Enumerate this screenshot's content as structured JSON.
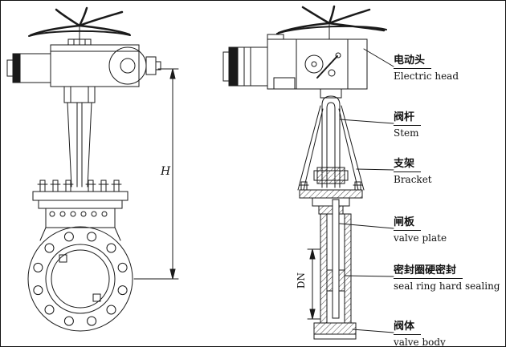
{
  "diagram": {
    "dimensions": {
      "h": "H",
      "dn": "DN"
    },
    "part_labels": [
      {
        "zh": "电动头",
        "en": "Electric head"
      },
      {
        "zh": "阀杆",
        "en": "Stem"
      },
      {
        "zh": "支架",
        "en": "Bracket"
      },
      {
        "zh": "闸板",
        "en": "valve plate"
      },
      {
        "zh": "密封圈硬密封",
        "en": "seal ring hard sealing"
      },
      {
        "zh": "阀体",
        "en": "valve body"
      }
    ]
  }
}
